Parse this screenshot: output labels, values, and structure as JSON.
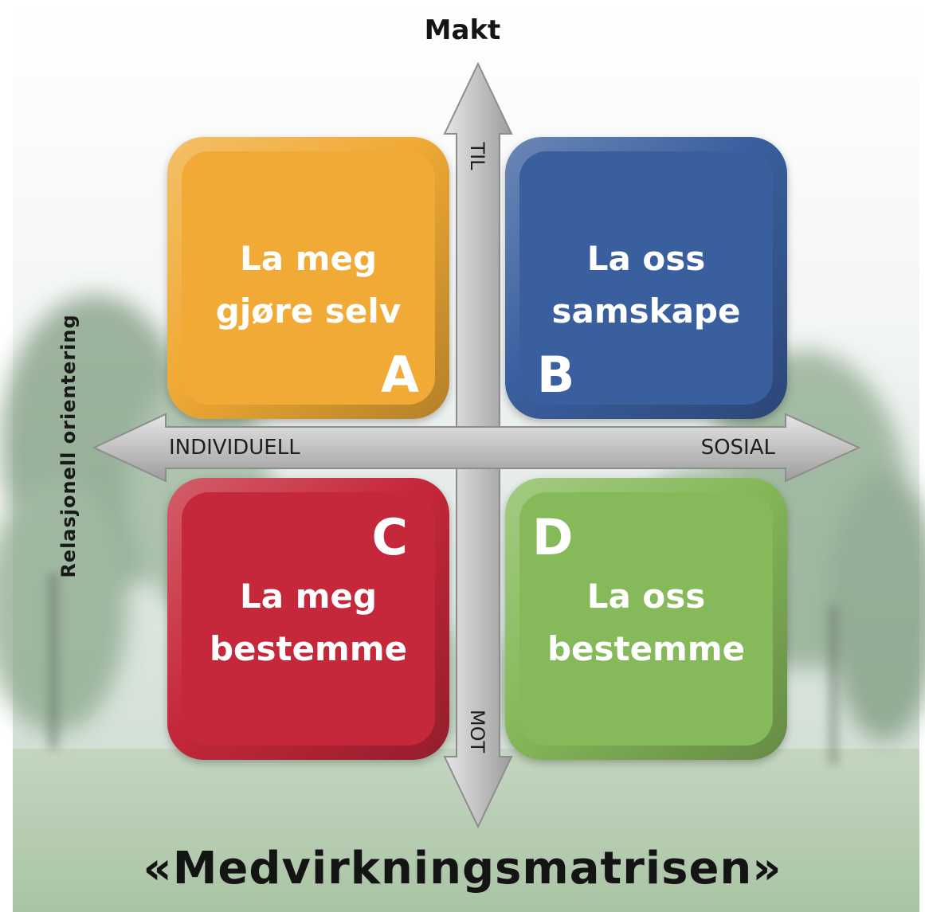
{
  "diagram": {
    "top_label": "Makt",
    "left_label": "Relasjonell orientering",
    "axis": {
      "up": "TIL",
      "down": "MOT",
      "left": "INDIVIDUELL",
      "right": "SOSIAL"
    },
    "quadrants": {
      "a": {
        "line1": "La meg",
        "line2": "gjøre selv",
        "letter": "A",
        "color": "#f0aa35"
      },
      "b": {
        "line1": "La oss",
        "line2": "samskape",
        "letter": "B",
        "color": "#3a5f9e"
      },
      "c": {
        "line1": "La meg",
        "line2": "bestemme",
        "letter": "C",
        "color": "#c5283a"
      },
      "d": {
        "line1": "La oss",
        "line2": "bestemme",
        "letter": "D",
        "color": "#86b95a"
      }
    },
    "bottom_title": "«Medvirkningsmatrisen»"
  }
}
